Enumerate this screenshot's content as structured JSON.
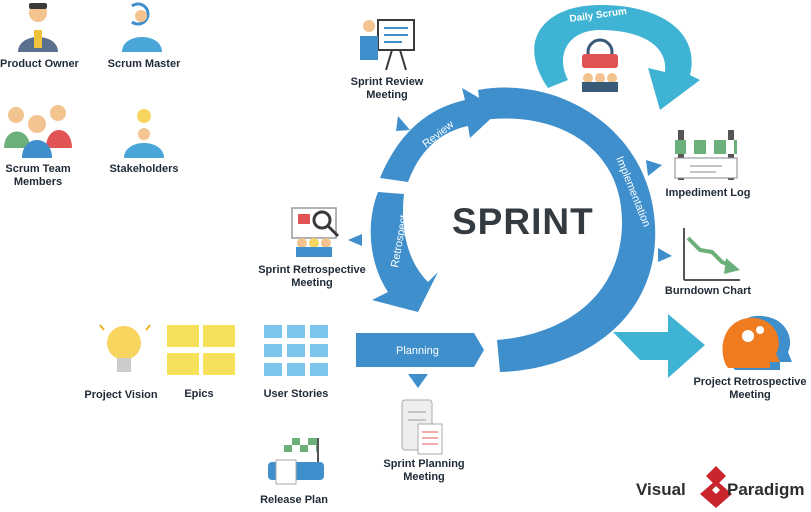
{
  "title": "SPRINT",
  "arcs": {
    "review": "Review",
    "implementation": "Implementation",
    "retrospect": "Retrospect",
    "planning": "Planning",
    "daily_scrum": "Daily Scrum"
  },
  "roles": {
    "product_owner": "Product Owner",
    "scrum_master": "Scrum Master",
    "scrum_team_line1": "Scrum Team",
    "scrum_team_line2": "Members",
    "stakeholders": "Stakeholders"
  },
  "events": {
    "sprint_review_line1": "Sprint Review",
    "sprint_review_line2": "Meeting",
    "sprint_retro_line1": "Sprint Retrospective",
    "sprint_retro_line2": "Meeting",
    "sprint_planning_line1": "Sprint Planning",
    "sprint_planning_line2": "Meeting",
    "project_retro_line1": "Project Retrospective",
    "project_retro_line2": "Meeting"
  },
  "artifacts": {
    "impediment_log": "Impediment Log",
    "burndown_chart": "Burndown Chart",
    "project_vision": "Project Vision",
    "epics": "Epics",
    "user_stories": "User Stories",
    "release_plan": "Release Plan"
  },
  "brand": {
    "left": "Visual",
    "right": "Paradigm"
  },
  "colors": {
    "cycle_blue": "#3f8fcd",
    "daily_scrum_teal": "#3fb3d3",
    "accent_orange": "#f07c22",
    "note_yellow": "#f8e15a",
    "sticky_blue": "#7cc6ee"
  }
}
